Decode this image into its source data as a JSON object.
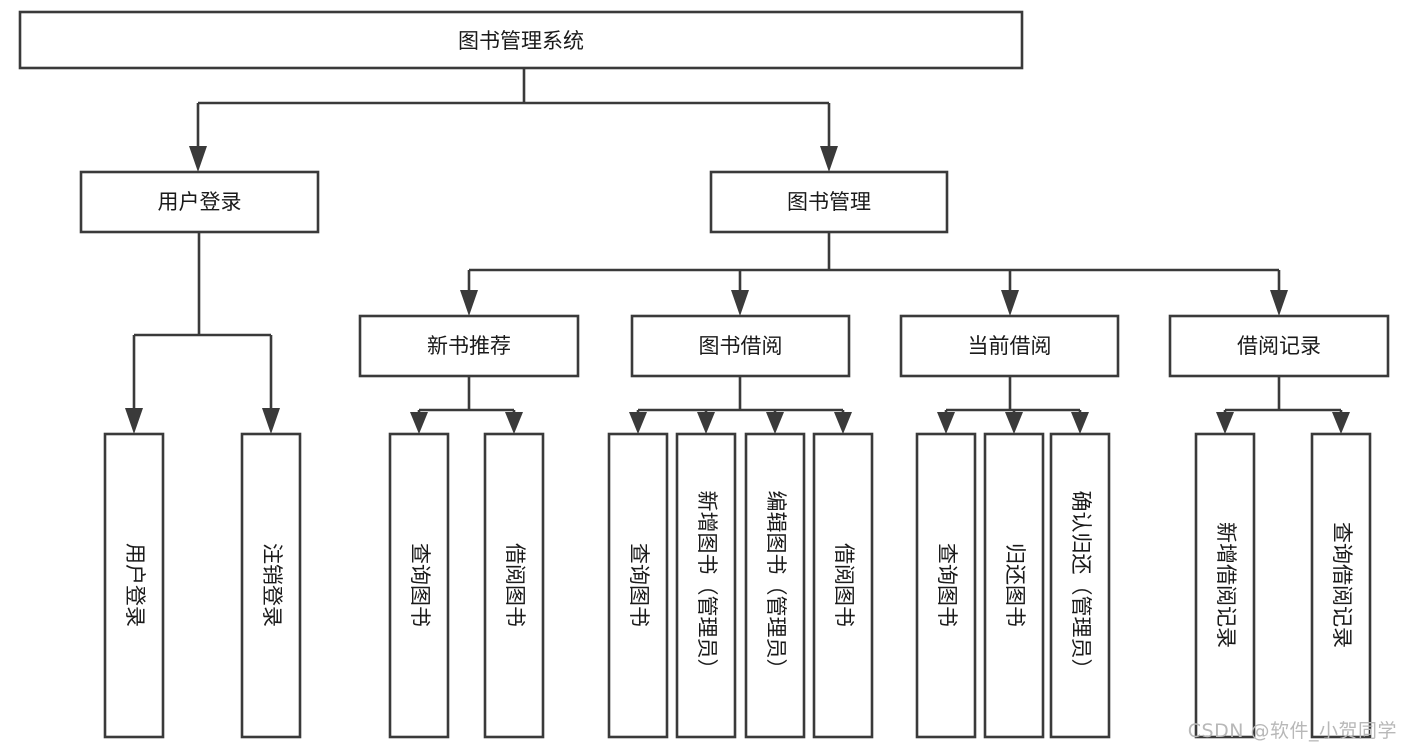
{
  "diagram": {
    "type": "tree",
    "title": "图书管理系统",
    "orientation": "top-down",
    "colors": {
      "stroke": "#3a3a3a",
      "box_fill": "#ffffff",
      "text": "#1a1a1a",
      "background": "#ffffff",
      "watermark": "#b8b8b8"
    },
    "levels": {
      "root": {
        "label": "图书管理系统"
      },
      "level2": [
        {
          "label": "用户登录"
        },
        {
          "label": "图书管理"
        }
      ],
      "level3": [
        {
          "label": "新书推荐"
        },
        {
          "label": "图书借阅"
        },
        {
          "label": "当前借阅"
        },
        {
          "label": "借阅记录"
        }
      ]
    },
    "nodes": {
      "root": {
        "label": "图书管理系统",
        "orient": "horizontal"
      },
      "user_login": {
        "label": "用户登录",
        "orient": "horizontal"
      },
      "book_manage": {
        "label": "图书管理",
        "orient": "horizontal"
      },
      "new_book_rec": {
        "label": "新书推荐",
        "orient": "horizontal"
      },
      "book_borrow": {
        "label": "图书借阅",
        "orient": "horizontal"
      },
      "current_borrow": {
        "label": "当前借阅",
        "orient": "horizontal"
      },
      "borrow_record": {
        "label": "借阅记录",
        "orient": "horizontal"
      },
      "leaf_user_login": {
        "label": "用户登录",
        "orient": "vertical"
      },
      "leaf_logout": {
        "label": "注销登录",
        "orient": "vertical"
      },
      "leaf_query_book_1": {
        "label": "查询图书",
        "orient": "vertical"
      },
      "leaf_borrow_book_1": {
        "label": "借阅图书",
        "orient": "vertical"
      },
      "leaf_query_book_2": {
        "label": "查询图书",
        "orient": "vertical"
      },
      "leaf_add_book": {
        "label": "新增图书（管理员）",
        "orient": "vertical"
      },
      "leaf_edit_book": {
        "label": "编辑图书（管理员）",
        "orient": "vertical"
      },
      "leaf_borrow_book_2": {
        "label": "借阅图书",
        "orient": "vertical"
      },
      "leaf_query_book_3": {
        "label": "查询图书",
        "orient": "vertical"
      },
      "leaf_return_book": {
        "label": "归还图书",
        "orient": "vertical"
      },
      "leaf_confirm_return": {
        "label": "确认归还（管理员）",
        "orient": "vertical"
      },
      "leaf_add_record": {
        "label": "新增借阅记录",
        "orient": "vertical"
      },
      "leaf_query_record": {
        "label": "查询借阅记录",
        "orient": "vertical"
      }
    },
    "edges": [
      {
        "from": "root",
        "to": "user_login"
      },
      {
        "from": "root",
        "to": "book_manage"
      },
      {
        "from": "user_login",
        "to": "leaf_user_login"
      },
      {
        "from": "user_login",
        "to": "leaf_logout"
      },
      {
        "from": "book_manage",
        "to": "new_book_rec"
      },
      {
        "from": "book_manage",
        "to": "book_borrow"
      },
      {
        "from": "book_manage",
        "to": "current_borrow"
      },
      {
        "from": "book_manage",
        "to": "borrow_record"
      },
      {
        "from": "new_book_rec",
        "to": "leaf_query_book_1"
      },
      {
        "from": "new_book_rec",
        "to": "leaf_borrow_book_1"
      },
      {
        "from": "book_borrow",
        "to": "leaf_query_book_2"
      },
      {
        "from": "book_borrow",
        "to": "leaf_add_book"
      },
      {
        "from": "book_borrow",
        "to": "leaf_edit_book"
      },
      {
        "from": "book_borrow",
        "to": "leaf_borrow_book_2"
      },
      {
        "from": "current_borrow",
        "to": "leaf_query_book_3"
      },
      {
        "from": "current_borrow",
        "to": "leaf_return_book"
      },
      {
        "from": "current_borrow",
        "to": "leaf_confirm_return"
      },
      {
        "from": "borrow_record",
        "to": "leaf_add_record"
      },
      {
        "from": "borrow_record",
        "to": "leaf_query_record"
      }
    ]
  },
  "watermark": {
    "text": "CSDN @软件_小贺同学"
  }
}
